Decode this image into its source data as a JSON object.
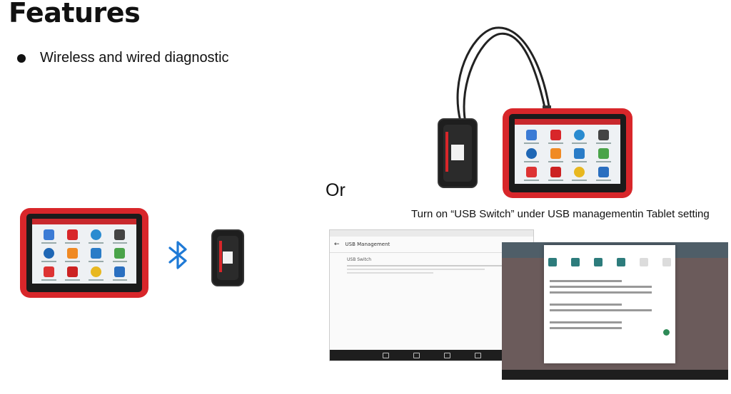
{
  "page": {
    "title": "Features",
    "bullet": "Wireless and wired diagnostic",
    "or_label": "Or",
    "usb_caption": "Turn on “USB Switch” under USB managementin Tablet setting"
  },
  "usb_screenshot": {
    "header_title": "USB Management",
    "row_title": "USB Switch"
  },
  "colors": {
    "tablet_red": "#d8262a",
    "bluetooth_blue": "#1f7ad6",
    "tile_teal": "#2d7c7c"
  },
  "icons": [
    "bullet-dot",
    "bluetooth-icon",
    "back-arrow-icon",
    "search-icon",
    "home-icon",
    "recent-apps-icon",
    "back-icon"
  ]
}
